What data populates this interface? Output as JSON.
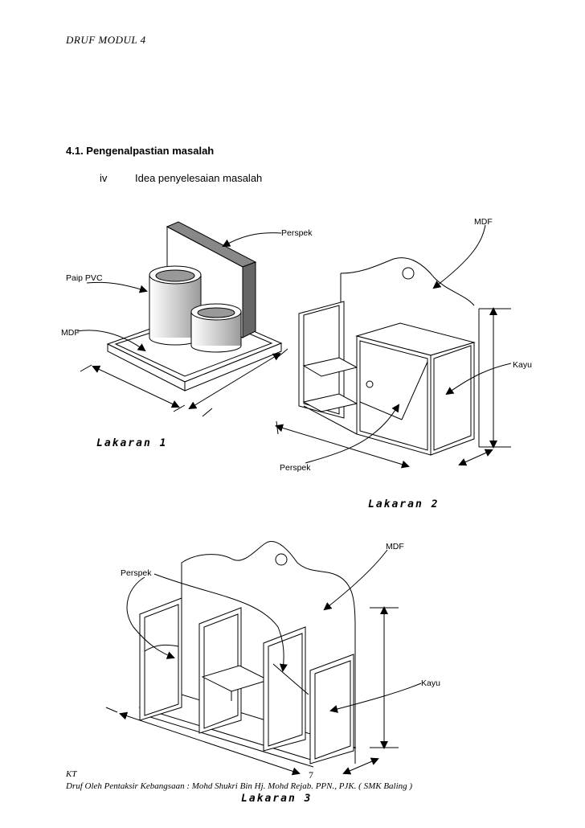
{
  "header": {
    "title": "DRUF MODUL 4"
  },
  "section": {
    "heading": "4.1.  Pengenalpastian masalah",
    "sub_number": "iv",
    "sub_text": "Idea penyelesaian masalah"
  },
  "sketch1": {
    "caption": "Lakaran 1",
    "labels": {
      "perspek": "Perspek",
      "paip": "Paip PVC",
      "mdf": "MDF"
    }
  },
  "sketch2": {
    "caption": "Lakaran 2",
    "labels": {
      "mdf": "MDF",
      "kayu": "Kayu",
      "perspek": "Perspek"
    }
  },
  "sketch3": {
    "caption": "Lakaran 3",
    "labels": {
      "mdf": "MDF",
      "perspek": "Perspek",
      "kayu": "Kayu"
    }
  },
  "footer": {
    "left": "KT",
    "page": "7",
    "credit": "Druf Oleh Pentaksir Kebangsaan : Mohd Shukri Bin Hj. Mohd Rejab. PPN., PJK. ( SMK Baling )"
  }
}
